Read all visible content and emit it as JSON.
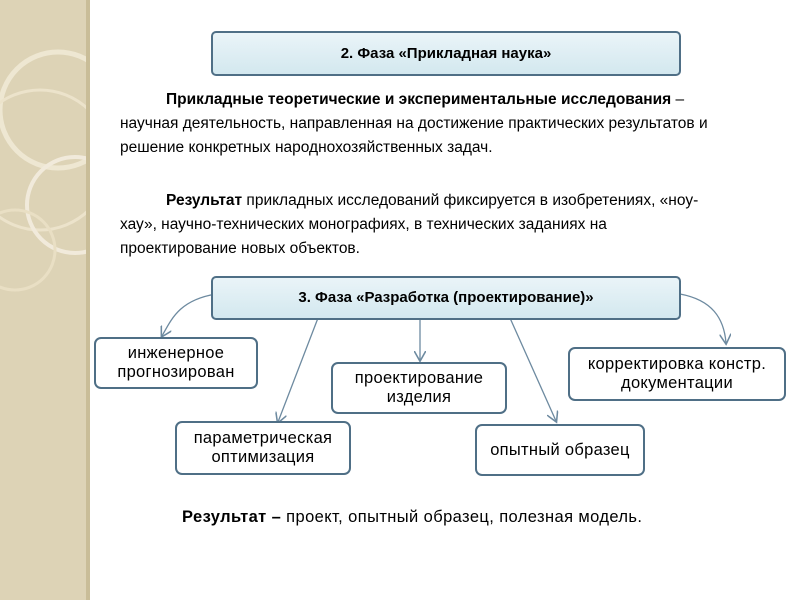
{
  "phase2": {
    "title": "2. Фаза «Прикладная наука»"
  },
  "definition": {
    "term": "Прикладные теоретические и экспериментальные исследования",
    "text": " – научная деятельность, направленная на достижение практических результатов и решение конкретных народнохозяйственных задач."
  },
  "result_note": {
    "term": "Результат",
    "text": " прикладных исследований фиксируется в изобретениях, «ноу-хау», научно-технических монографиях, в технических заданиях на проектирование новых объектов."
  },
  "phase3": {
    "title": "3. Фаза «Разработка (проектирование)»"
  },
  "nodes": [
    "инженерное прогнозирован",
    "параметрическая оптимизация",
    "проектирование изделия",
    "опытный образец",
    "корректировка констр. документации"
  ],
  "final_result": {
    "term": "Результат –",
    "text": " проект, опытный образец, полезная модель."
  },
  "colors": {
    "box_border": "#4f6f86",
    "box_fill": "#dcedf3",
    "sidebar": "#ddd3b6",
    "arrow": "#6d8aa0"
  }
}
